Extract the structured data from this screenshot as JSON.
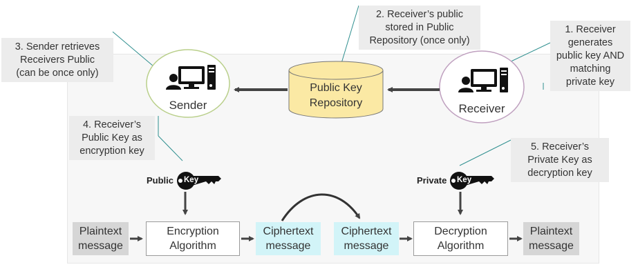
{
  "notes": {
    "receiver_generates": "1. Receiver\ngenerates\npublic key AND\nmatching\nprivate key",
    "stored_public": "2. Receiver’s public\nstored in Public\nRepository (once only)",
    "sender_retrieves": "3.  Sender retrieves\nReceivers Public\n(can be once only)",
    "public_key_encrypt": "4.  Receiver’s\nPublic Key as\nencryption key",
    "private_key_decrypt": "5. Receiver’s\nPrivate Key as\ndecryption key"
  },
  "nodes": {
    "sender": "Sender",
    "receiver": "Receiver",
    "repository": "Public Key\nRepository"
  },
  "keys": {
    "public_label": "Public",
    "private_label": "Private",
    "key_word": "Key"
  },
  "flow": {
    "plaintext_in": "Plaintext\nmessage",
    "encryption": "Encryption\nAlgorithm",
    "ciphertext_out": "Ciphertext\nmessage",
    "ciphertext_in": "Ciphertext\nmessage",
    "decryption": "Decryption\nAlgorithm",
    "plaintext_out": "Plaintext\nmessage"
  },
  "colors": {
    "sender_circle_border": "#b9cf8a",
    "receiver_circle_border": "#bfa0bf",
    "repository_fill": "#fbe9a4",
    "callout_line": "#2f8f8f",
    "arrow": "#444444",
    "ciphertext_fill": "#d2f4f8"
  },
  "icons": [
    "computer-user-icon",
    "computer-user-icon",
    "database-cylinder-icon",
    "key-icon",
    "key-icon"
  ]
}
